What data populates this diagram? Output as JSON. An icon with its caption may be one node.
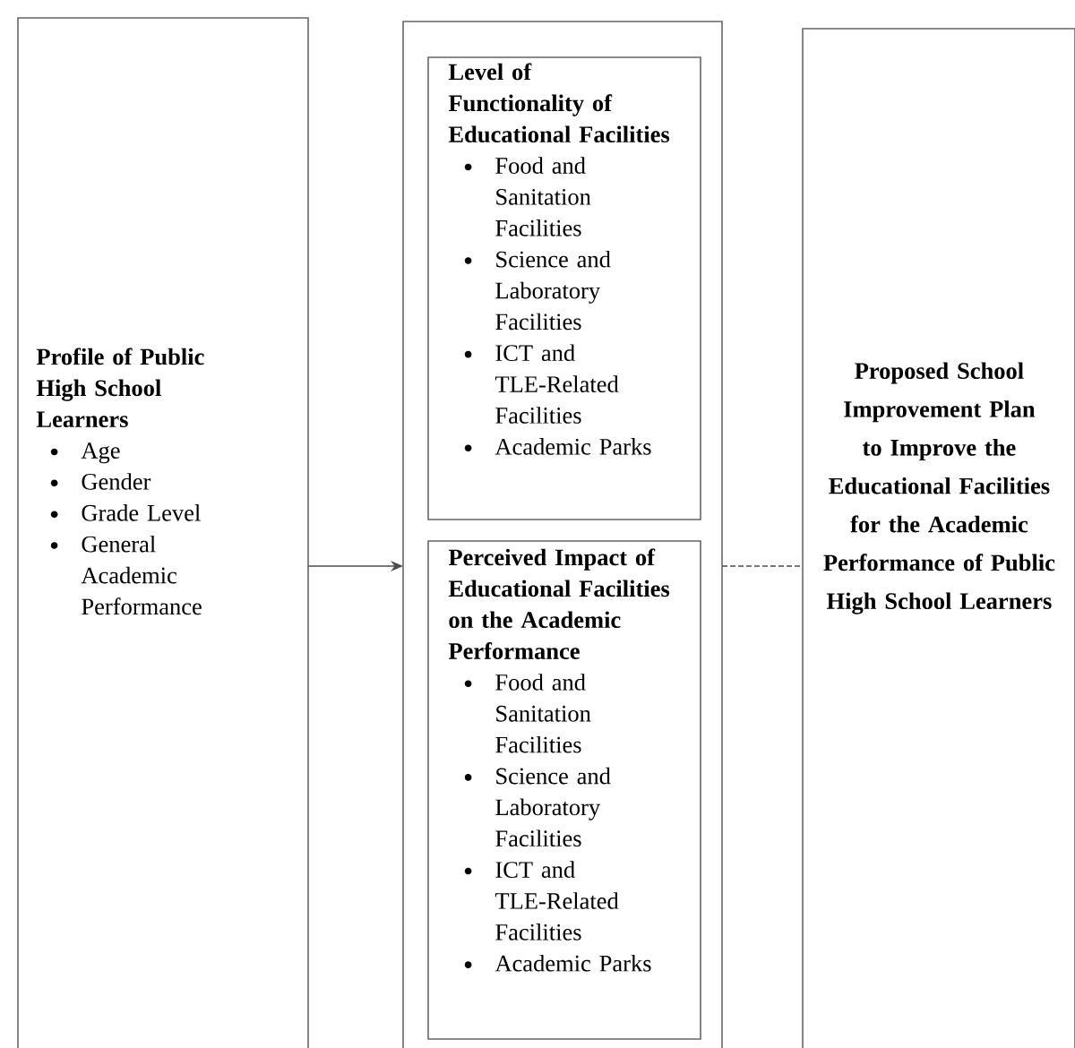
{
  "diagram": {
    "nodes": [
      {
        "text": [
          "Profile of Public High School Learners",
          "Age",
          "Gender",
          "Grade Level",
          "General Academic Performance"
        ]
      },
      {
        "text": [],
        "shape": "box"
      },
      {
        "text": [
          "Level of Functionality of Educational Facilities",
          "Food and Sanitation Facilities",
          "Science and Laboratory Facilities",
          "ICT and TLE-Related Facilities",
          "Academic Parks"
        ],
        "in": 1
      },
      {
        "text": [
          "Perceived Impact of Educational Facilities on the Academic Performance",
          "Food and Sanitation Facilities",
          "Science and Laboratory Facilities",
          "ICT and TLE-Related Facilities",
          "Academic Parks"
        ],
        "in": 1
      },
      {
        "text": [
          "Proposed School Improvement Plan to Improve the Educational Facilities for the Academic Performance of Public High School Learners"
        ]
      }
    ],
    "edges": [
      {
        "from": 0,
        "to": 1,
        "arrow": "to"
      },
      {
        "from": 1,
        "to": 4,
        "arrow": "none",
        "style": "dashed"
      }
    ]
  }
}
